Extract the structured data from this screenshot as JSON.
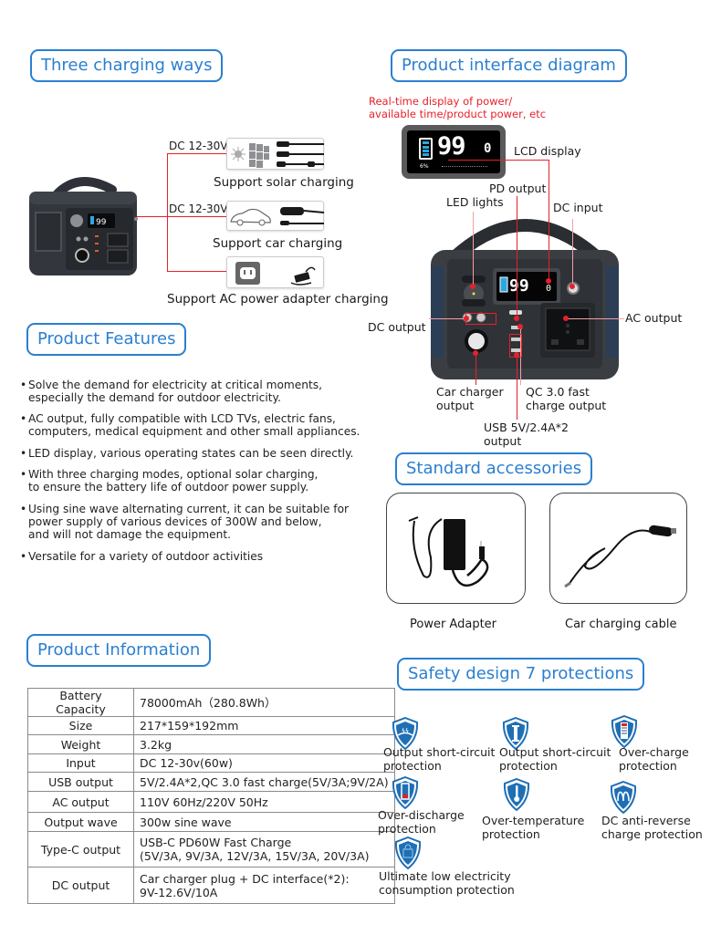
{
  "sections": {
    "charging": "Three charging ways",
    "interface": "Product interface diagram",
    "features": "Product Features",
    "accessories": "Standard accessories",
    "information": "Product Information",
    "safety": "Safety design 7 protections"
  },
  "charging_ways": {
    "voltage_label_1": "DC 12-30V",
    "voltage_label_2": "DC 12-30V",
    "items": [
      {
        "label": "Support solar charging",
        "icon": "solar-panel-icon"
      },
      {
        "label": "Support car charging",
        "icon": "car-icon"
      },
      {
        "label": "Support AC power adapter charging",
        "icon": "ac-outlet-icon"
      }
    ]
  },
  "interface_diagram": {
    "lcd_caption": "Real-time display of power/\navailable time/product power, etc",
    "lcd_readout": {
      "value": "99",
      "right_value": "0",
      "percent": "6%"
    },
    "labels": {
      "lcd_display": "LCD display",
      "pd_output": "PD output",
      "led_lights": "LED lights",
      "dc_input": "DC input",
      "dc_output": "DC output",
      "ac_output": "AC output",
      "car_charger_output": "Car charger\noutput",
      "qc_output": "QC 3.0 fast\ncharge output",
      "usb_output": "USB 5V/2.4A*2\noutput"
    }
  },
  "features": [
    "Solve the demand for electricity at critical moments,\nespecially the demand for outdoor electricity.",
    "AC output, fully compatible with LCD TVs, electric fans,\ncomputers, medical equipment and other small appliances.",
    "LED display, various operating states can be seen directly.",
    "With three charging modes, optional solar charging,\nto ensure the battery life of outdoor power supply.",
    "Using sine wave alternating current, it can be suitable for\npower supply of various devices of 300W and below,\nand will not damage the equipment.",
    "Versatile for a variety of outdoor activities"
  ],
  "accessories": [
    {
      "label": "Power Adapter"
    },
    {
      "label": "Car charging cable"
    }
  ],
  "specs": [
    {
      "key": "Battery Capacity",
      "value": "78000mAh（280.8Wh）"
    },
    {
      "key": "Size",
      "value": "217*159*192mm"
    },
    {
      "key": "Weight",
      "value": "3.2kg"
    },
    {
      "key": "Input",
      "value": "DC 12-30v(60w)"
    },
    {
      "key": "USB output",
      "value": "5V/2.4A*2,QC 3.0 fast charge(5V/3A;9V/2A)"
    },
    {
      "key": "AC output",
      "value": "110V 60Hz/220V 50Hz"
    },
    {
      "key": "Output wave",
      "value": "300w sine wave"
    },
    {
      "key": "Type-C output",
      "value": "USB-C PD60W Fast Charge\n(5V/3A, 9V/3A, 12V/3A, 15V/3A, 20V/3A)"
    },
    {
      "key": "DC output",
      "value": "Car charger plug + DC interface(*2):\n9V-12.6V/10A"
    }
  ],
  "protections": [
    {
      "label": "Output short-circuit\nprotection",
      "icon": "short-circuit-shield-icon"
    },
    {
      "label": "Output short-circuit\nprotection",
      "icon": "current-shield-icon"
    },
    {
      "label": "Over-charge\nprotection",
      "icon": "full-battery-shield-icon"
    },
    {
      "label": "Over-discharge\nprotection",
      "icon": "low-battery-shield-icon"
    },
    {
      "label": "Over-temperature\nprotection",
      "icon": "thermometer-shield-icon"
    },
    {
      "label": "DC anti-reverse\ncharge protection",
      "icon": "loop-shield-icon"
    },
    {
      "label": "Ultimate low electricity\nconsumption protection",
      "icon": "lock-shield-icon"
    }
  ],
  "colors": {
    "accent": "#2a7fd0",
    "callout": "#e8202a",
    "shield": "#1f6fb5"
  }
}
